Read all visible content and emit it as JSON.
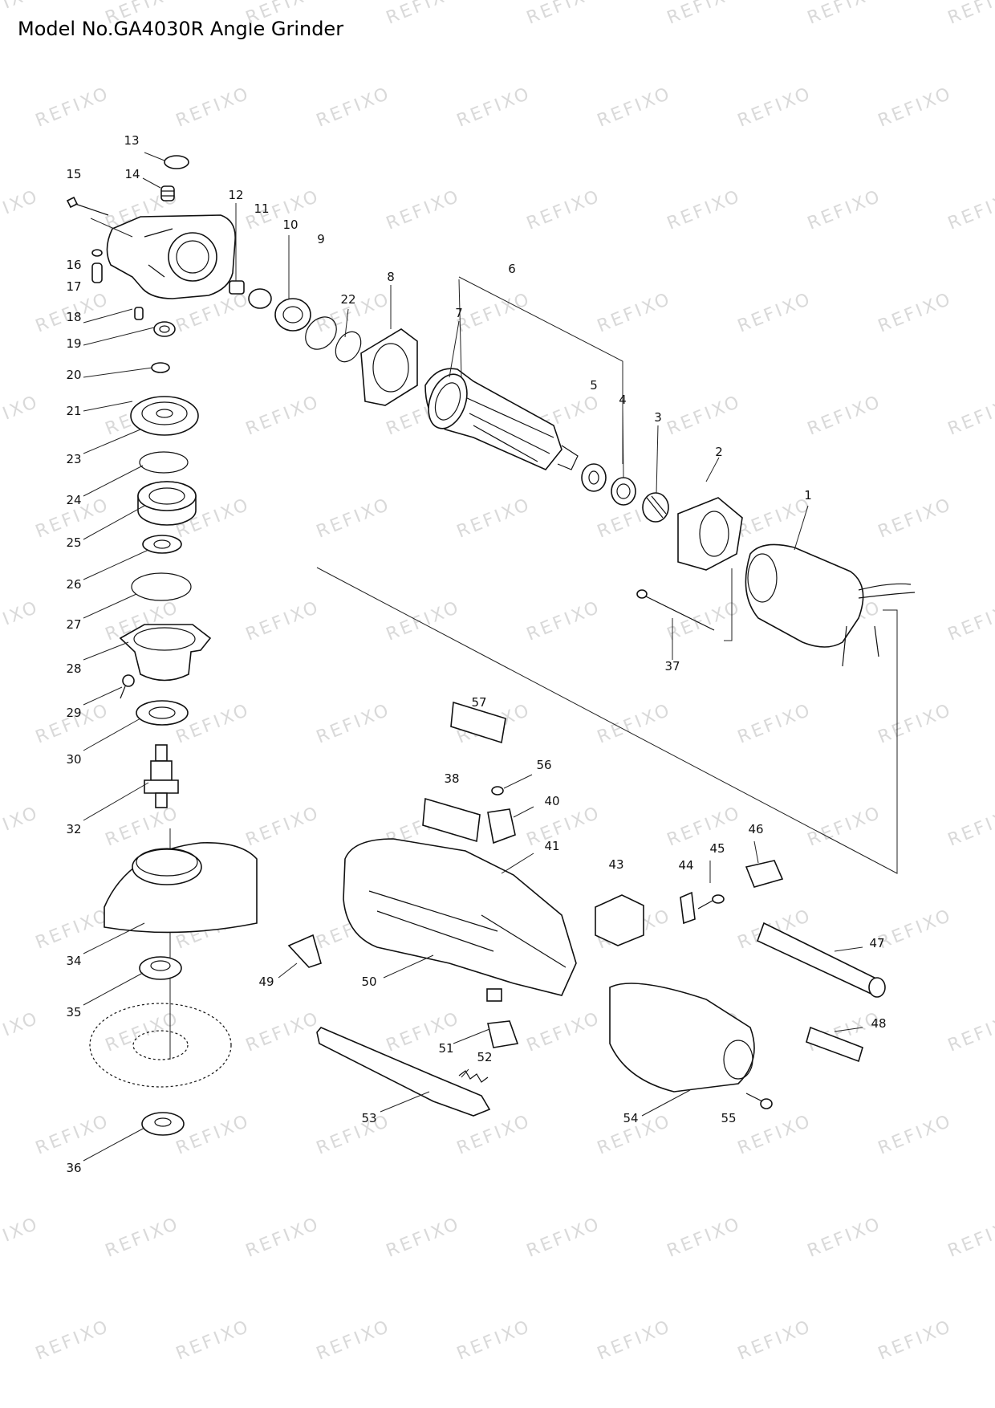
{
  "title": "Model No.GA4030R Angle Grinder",
  "watermark": "REFIXO",
  "part_numbers": [
    "1",
    "2",
    "3",
    "4",
    "5",
    "6",
    "7",
    "8",
    "9",
    "10",
    "11",
    "12",
    "13",
    "14",
    "15",
    "16",
    "17",
    "18",
    "19",
    "20",
    "21",
    "22",
    "23",
    "24",
    "25",
    "26",
    "27",
    "28",
    "29",
    "30",
    "32",
    "34",
    "35",
    "36",
    "37",
    "38",
    "40",
    "41",
    "43",
    "44",
    "45",
    "46",
    "47",
    "48",
    "49",
    "50",
    "51",
    "52",
    "53",
    "54",
    "55",
    "56",
    "57"
  ]
}
